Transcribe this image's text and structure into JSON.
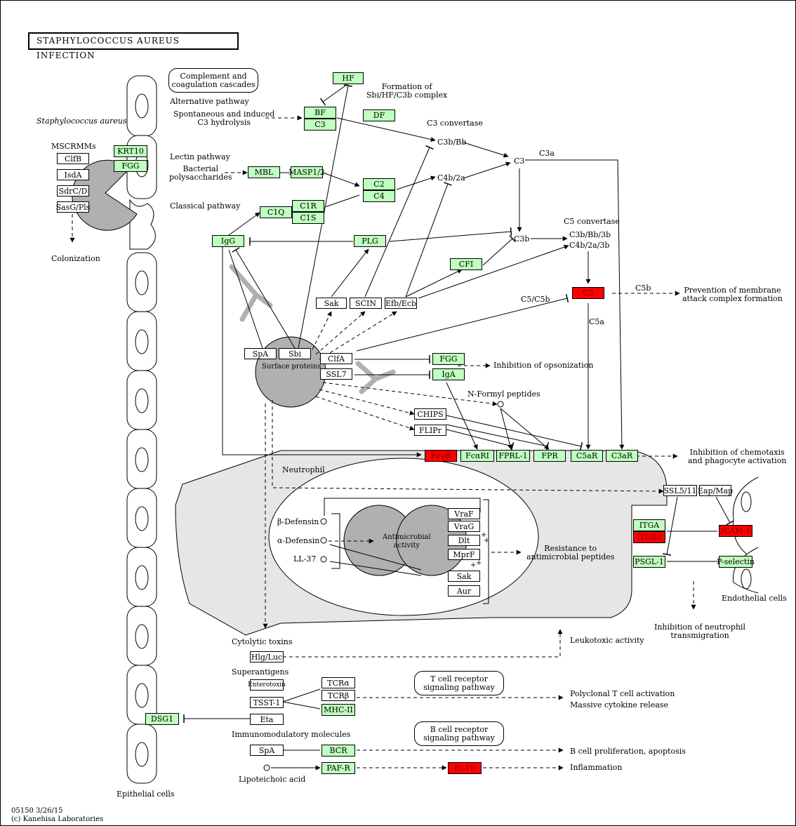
{
  "title": "STAPHYLOCOCCUS AUREUS INFECTION",
  "footer": {
    "code": "05150 3/26/15",
    "copyright": "(c) Kanehisa Laboratories"
  },
  "labels": {
    "s_aureus": "Staphylococcus aureus",
    "mscramms": "MSCRMMs",
    "colonization": "Colonization",
    "alt_pathway": "Alternative pathway",
    "spont": "Spontaneous and induced\nC3 hydrolysis",
    "lectin_pathway": "Lectin pathway",
    "bact_poly": "Bacterial\npolysaccharides",
    "classical_pathway": "Classical pathway",
    "formation": "Formation of\nSbi/HF/C3b complex",
    "c3_convertase": "C3 convertase",
    "c3a": "C3a",
    "c5_convertase": "C5 convertase",
    "c5b": "C5b",
    "c5a": "C5a",
    "c5c5b": "C5/C5b",
    "prevention": "Prevention of membrane\nattack complex formation",
    "surface_proteins": "Surface proteins",
    "inhib_opson": "Inhibition of opsonization",
    "nformyl": "N-Formyl peptides",
    "inhib_chemo": "Inhibition of chemotaxis\nand phagocyte activation",
    "neutrophil": "Neutrophil",
    "bdefensin": "β-Defensin",
    "adefensin": "α-Defensin",
    "ll37": "LL-37",
    "antimicrobial": "Antimicrobial\nactivity",
    "resistance": "Resistance to\nantimicrobial peptides",
    "endothelial": "Endothelial cells",
    "inhib_neut": "Inhibition of neutrophil\ntransmigration",
    "cytolytic": "Cytolytic toxins",
    "leukotoxic": "Leukotoxic activity",
    "superantigens": "Superantigens",
    "polyclonal": "Polyclonal T cell activation",
    "massive": "Massive cytokine release",
    "immunomod": "Immunomodulatory molecules",
    "bcell_prolif": "B cell proliferation, apoptosis",
    "lipoteichoic": "Lipoteichoic acid",
    "inflammation": "Inflammation",
    "epithelial": "Epithelial cells",
    "complement": "Complement and\ncoagulation cascades",
    "tcell_path": "T cell receptor\nsignaling pathway",
    "bcell_path": "B cell receptor\nsignaling pathway",
    "c3b_bb": "C3b/Bb",
    "c4b_2a": "C4b/2a",
    "c3": "C3",
    "c3b": "C3b",
    "c3bbb3b": "C3b/Bb/3b",
    "c4b2a3b": "C4b/2a/3b"
  },
  "nodes": {
    "krt10": "KRT10",
    "fgg1": "FGG",
    "clfb": "ClfB",
    "isda": "IsdA",
    "sdrcd": "SdrC/D",
    "sasgpls": "SasG/Pls",
    "hf": "HF",
    "bf": "BF",
    "c3": "C3",
    "df": "DF",
    "mbl": "MBL",
    "masp": "MASP1/2",
    "c2": "C2",
    "c4": "C4",
    "c1q": "C1Q",
    "c1r": "C1R",
    "c1s": "C1S",
    "igg": "IgG",
    "plg": "PLG",
    "cfi": "CFI",
    "c5": "C5",
    "sak1": "Sak",
    "scin": "SCIN",
    "efbecb": "Efb/Ecb",
    "spa1": "SpA",
    "sbi": "Sbi",
    "clfa": "ClfA",
    "ssl7": "SSL7",
    "fgg2": "FGG",
    "iga": "IgA",
    "chips": "CHIPS",
    "flipr": "FLIPr",
    "fcgr": "FcγR",
    "fcar": "FcαRI",
    "fprl1": "FPRL-1",
    "fpr": "FPR",
    "c5ar": "C5aR",
    "c3ar": "C3aR",
    "ssl511": "SSL5/11",
    "eapmap": "Eap/Map",
    "itga": "ITGA",
    "itgb2": "ITGB2",
    "icam1": "ICAM-1",
    "psgl1": "PSGL-1",
    "psel": "P-selectin",
    "vraf": "VraF",
    "vrag": "VraG",
    "dlt": "Dlt",
    "mprf": "MprF",
    "sak2": "Sak",
    "aur": "Aur",
    "hlgluc": "Hlg/Luc",
    "enterotoxin": "Enterotoxin",
    "tsst1": "TSST-1",
    "eta": "Eta",
    "tcra": "TCRα",
    "tcrb": "TCRβ",
    "mhcii": "MHC-II",
    "dsg1": "DSG1",
    "spa2": "SpA",
    "bcr": "BCR",
    "pafr": "PAF-R",
    "il10": "IL-10"
  },
  "colors": {
    "ortholog_green": "#bfffbf",
    "highlight_red": "#ff0000",
    "cell_gray": "#b0b0b0",
    "neutrophil_fill": "#e6e6e6"
  }
}
